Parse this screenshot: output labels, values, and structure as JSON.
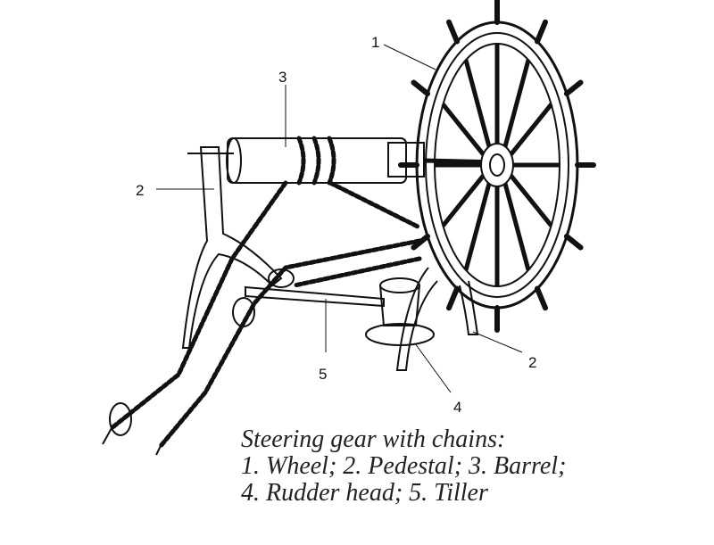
{
  "labels": {
    "wheel": "1",
    "barrel": "3",
    "pedestal_left": "2",
    "tiller": "5",
    "rudder_head": "4",
    "pedestal_right": "2"
  },
  "caption": {
    "title": "Steering gear with chains:",
    "line1": "1. Wheel; 2. Pedestal; 3. Barrel;",
    "line2": "4. Rudder head; 5. Tiller"
  }
}
